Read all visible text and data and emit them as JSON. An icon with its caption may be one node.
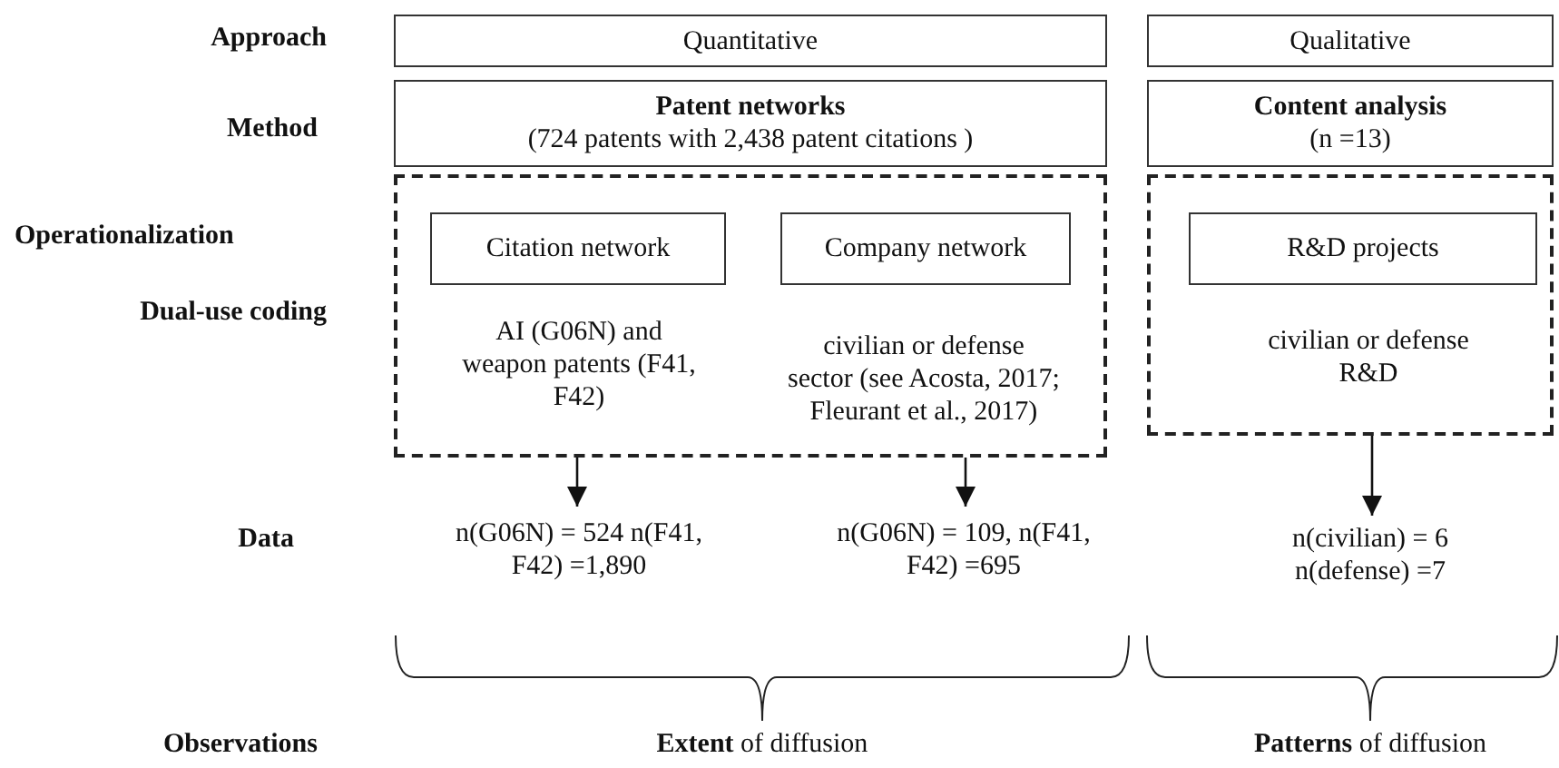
{
  "diagram": {
    "nodes": [
      {
        "text": [
          "Quantitative"
        ]
      },
      {
        "text": [
          "Qualitative"
        ]
      },
      {
        "text": [
          "Patent networks",
          "(724 patents with 2,438 patent citations )"
        ]
      },
      {
        "text": [
          "Content analysis",
          "(n =13)"
        ]
      },
      {
        "text": [],
        "shape": "box"
      },
      {
        "text": [
          "Citation network"
        ],
        "in": 4
      },
      {
        "text": [
          "AI (G06N) and weapon patents (F41, F42)"
        ],
        "in": 4
      },
      {
        "text": [
          "Company network"
        ],
        "in": 4
      },
      {
        "text": [
          "civilian or defense sector (see Acosta, 2017; Fleurant et al., 2017)"
        ],
        "in": 4
      },
      {
        "text": [],
        "shape": "box"
      },
      {
        "text": [
          "R&D projects"
        ],
        "in": 9
      },
      {
        "text": [
          "civilian or defense R&D"
        ],
        "in": 9
      },
      {
        "text": [
          "n(G06N) = 524 n(F41, F42) =1,890"
        ]
      },
      {
        "text": [
          "n(G06N) = 109, n(F41, F42) =695"
        ]
      },
      {
        "text": [
          "n(civilian) = 6 n(defense) =7"
        ]
      }
    ],
    "edges": [
      {
        "from": 4,
        "to": 12,
        "arrow": "to"
      },
      {
        "from": 4,
        "to": 13,
        "arrow": "to"
      },
      {
        "from": 9,
        "to": 14,
        "arrow": "to"
      }
    ],
    "labels": [
      "Approach",
      "Method",
      "Operationalization",
      "Dual-use coding",
      "Data",
      "Observations",
      "**Extent** of diffusion",
      "**Patterns** of diffusion"
    ]
  }
}
